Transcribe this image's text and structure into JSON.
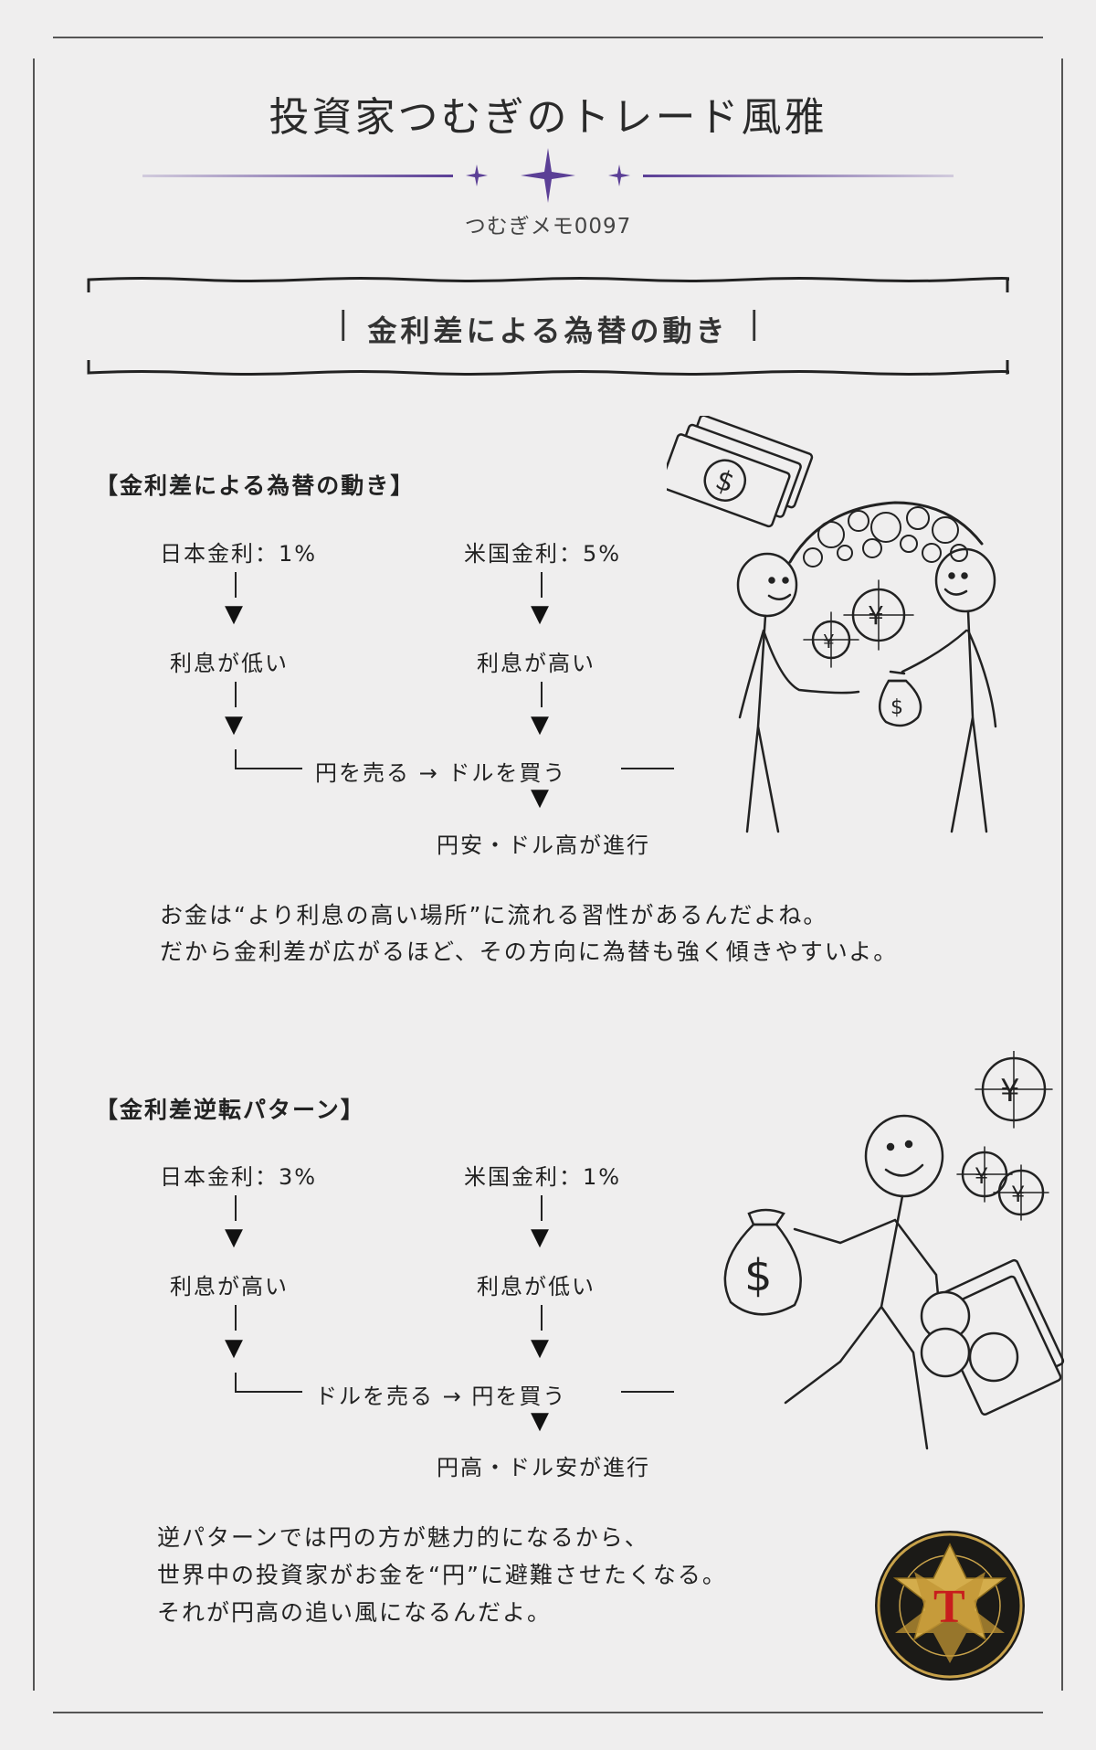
{
  "header": {
    "title": "投資家つむぎのトレード風雅",
    "subtitle": "つむぎメモ0097",
    "accent_color": "#5b3f96"
  },
  "banner": {
    "title": "金利差による為替の動き"
  },
  "section1": {
    "heading": "【金利差による為替の動き】",
    "left_top": "日本金利：1%",
    "left_mid": "利息が低い",
    "right_top": "米国金利：5%",
    "right_mid": "利息が高い",
    "flow": "円を売る → ドルを買う",
    "result": "円安・ドル高が進行",
    "para_line1": "お金は“より利息の高い場所”に流れる習性があるんだよね。",
    "para_line2": "だから金利差が広がるほど、その方向に為替も強く傾きやすいよ。"
  },
  "section2": {
    "heading": "【金利差逆転パターン】",
    "left_top": "日本金利：3%",
    "left_mid": "利息が高い",
    "right_top": "米国金利：1%",
    "right_mid": "利息が低い",
    "flow": "ドルを売る → 円を買う",
    "result": "円高・ドル安が進行",
    "para_line1": "逆パターンでは円の方が魅力的になるから、",
    "para_line2": "世界中の投資家がお金を“円”に避難させたくなる。",
    "para_line3": "それが円高の追い風になるんだよ。"
  },
  "illustration": {
    "currency_yen": "¥",
    "currency_dollar": "$",
    "logo_letter": "T"
  }
}
